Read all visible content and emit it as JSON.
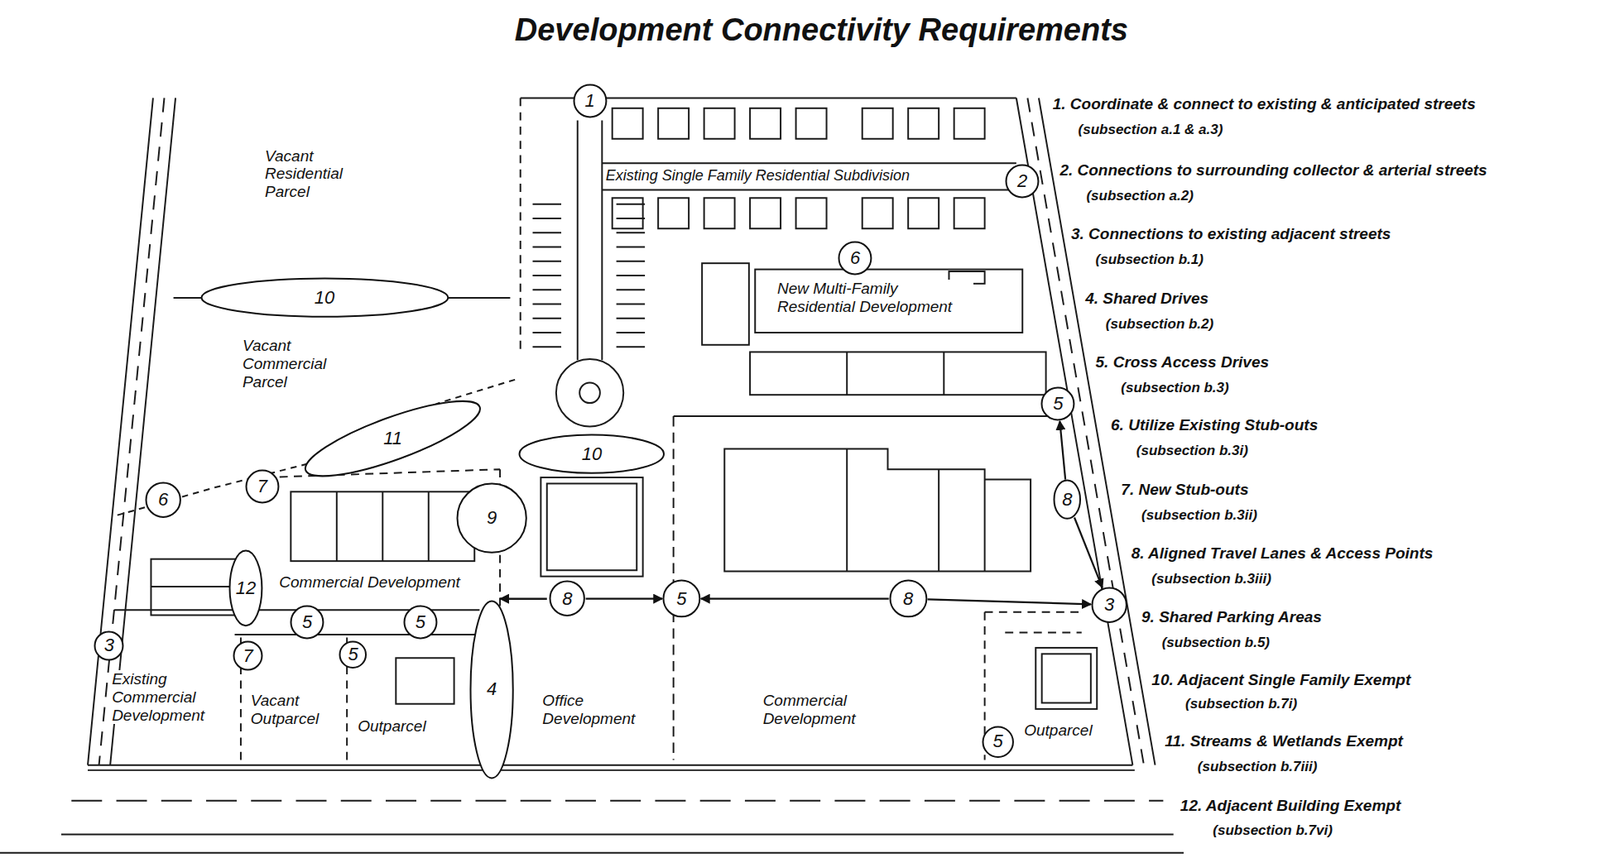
{
  "diagram": {
    "title": "Development Connectivity Requirements",
    "nodes": [
      {
        "text": [
          "1"
        ]
      },
      {
        "text": [
          "2"
        ]
      },
      {
        "text": [
          "6"
        ]
      },
      {
        "text": [
          "10"
        ]
      },
      {
        "text": [
          "5"
        ]
      },
      {
        "text": [
          "11"
        ]
      },
      {
        "text": [
          "10"
        ]
      },
      {
        "text": [
          "6"
        ]
      },
      {
        "text": [
          "7"
        ]
      },
      {
        "text": [
          "8"
        ]
      },
      {
        "text": [
          "9"
        ]
      },
      {
        "text": [
          "12"
        ]
      },
      {
        "text": [
          "8"
        ]
      },
      {
        "text": [
          "5"
        ]
      },
      {
        "text": [
          "8"
        ]
      },
      {
        "text": [
          "3"
        ]
      },
      {
        "text": [
          "5"
        ]
      },
      {
        "text": [
          "5"
        ]
      },
      {
        "text": [
          "3"
        ]
      },
      {
        "text": [
          "7"
        ]
      },
      {
        "text": [
          "5"
        ]
      },
      {
        "text": [
          "4"
        ]
      },
      {
        "text": [
          "5"
        ]
      }
    ],
    "edges": [
      {
        "from": 12,
        "to": 13,
        "arrow": "to"
      },
      {
        "from": 14,
        "to": 13,
        "arrow": "to"
      },
      {
        "from": 14,
        "to": 15,
        "arrow": "to"
      },
      {
        "from": 9,
        "to": 4,
        "arrow": "to"
      },
      {
        "from": 9,
        "to": 15,
        "arrow": "to"
      }
    ],
    "labels": [
      "Vacant Residential Parcel",
      "Existing Single Family Residential Subdivision",
      "New Multi-Family Residential Development",
      "Vacant Commercial Parcel",
      "Commercial Development",
      "Existing Commercial Development",
      "Vacant Outparcel",
      "Outparcel",
      "Office Development",
      "Commercial Development",
      "Outparcel",
      "1. Coordinate & connect to existing & anticipated streets",
      "(subsection a.1 & a.3)",
      "2. Connections to surrounding collector & arterial streets",
      "(subsection a.2)",
      "3. Connections to existing adjacent streets",
      "(subsection b.1)",
      "4. Shared Drives",
      "(subsection b.2)",
      "5. Cross Access Drives",
      "(subsection b.3)",
      "6. Utilize Existing Stub-outs",
      "(subsection b.3i)",
      "7. New Stub-outs",
      "(subsection b.3ii)",
      "8. Aligned Travel Lanes & Access Points",
      "(subsection b.3iii)",
      "9. Shared Parking Areas",
      "(subsection b.5)",
      "10. Adjacent Single Family Exempt",
      "(subsection b.7i)",
      "11. Streams & Wetlands Exempt",
      "(subsection b.7iii)",
      "12. Adjacent Building Exempt",
      "(subsection b.7vi)"
    ]
  }
}
